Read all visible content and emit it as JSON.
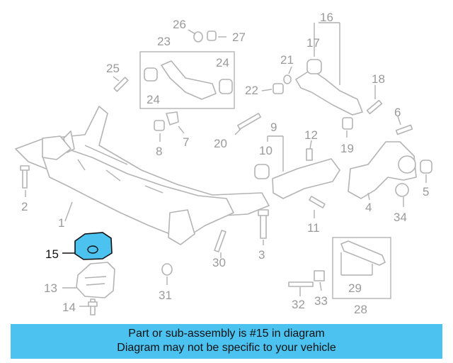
{
  "callouts": {
    "c1": "1",
    "c2": "2",
    "c3": "3",
    "c4": "4",
    "c5": "5",
    "c6": "6",
    "c7": "7",
    "c8": "8",
    "c9": "9",
    "c10": "10",
    "c11": "11",
    "c12": "12",
    "c13": "13",
    "c14": "14",
    "c15": "15",
    "c16": "16",
    "c17": "17",
    "c18": "18",
    "c19": "19",
    "c20": "20",
    "c21": "21",
    "c22": "22",
    "c23": "23",
    "c24a": "24",
    "c24b": "24",
    "c25": "25",
    "c26": "26",
    "c27": "27",
    "c28": "28",
    "c29": "29",
    "c30": "30",
    "c31": "31",
    "c32": "32",
    "c33": "33",
    "c34": "34"
  },
  "highlight": {
    "part_number": "15",
    "color": "#4cc2f1"
  },
  "banner": {
    "line1": "Part or sub-assembly is #15 in diagram",
    "line2": "Diagram may not be specific to your vehicle",
    "color": "#4cc2f1"
  }
}
